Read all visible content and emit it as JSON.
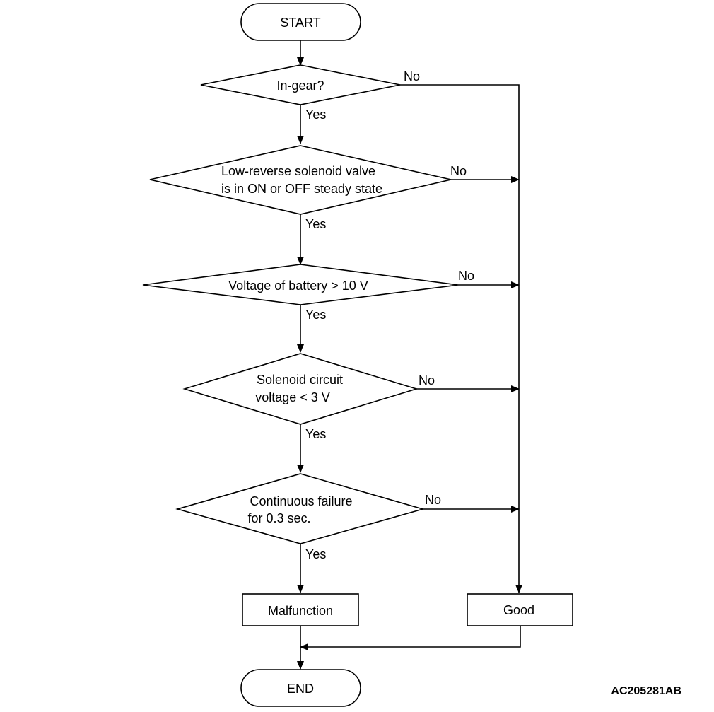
{
  "flowchart": {
    "start": "START",
    "decisions": [
      {
        "lines": [
          "In-gear?"
        ],
        "yes": "Yes",
        "no": "No"
      },
      {
        "lines": [
          "Low-reverse solenoid valve",
          "is in ON or OFF steady state"
        ],
        "yes": "Yes",
        "no": "No"
      },
      {
        "lines": [
          "Voltage of battery > 10 V"
        ],
        "yes": "Yes",
        "no": "No"
      },
      {
        "lines": [
          "Solenoid circuit",
          "voltage < 3 V"
        ],
        "yes": "Yes",
        "no": "No"
      },
      {
        "lines": [
          "Continuous failure",
          "for 0.3 sec."
        ],
        "yes": "Yes",
        "no": "No"
      }
    ],
    "malfunction": "Malfunction",
    "good": "Good",
    "end": "END",
    "figure_code": "AC205281AB"
  }
}
